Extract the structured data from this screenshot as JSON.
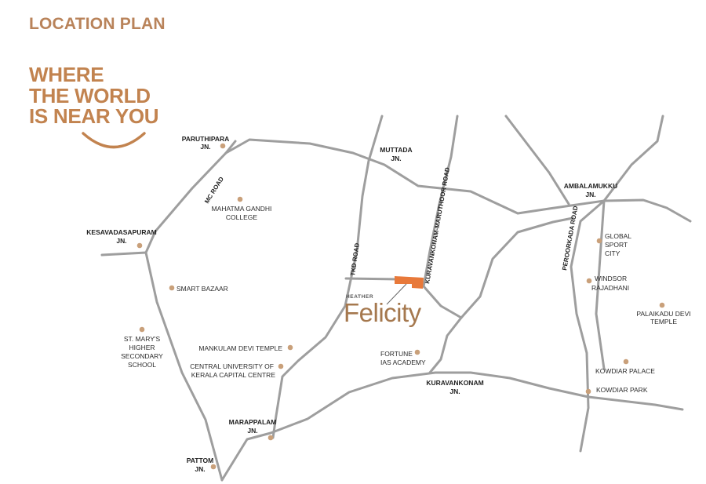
{
  "header": {
    "title": "LOCATION PLAN",
    "tagline": [
      "WHERE",
      "THE WORLD",
      "IS NEAR YOU"
    ]
  },
  "colors": {
    "accent": "#c2834f",
    "road": "#9e9e9e",
    "marker": "#c9a07a",
    "project": "#e8793a"
  },
  "project": {
    "prefix": "HEATHER",
    "name": "Felicity"
  },
  "junctions": [
    {
      "id": "paruthipara",
      "lines": [
        "PARUTHIPARA",
        "JN."
      ]
    },
    {
      "id": "muttada",
      "lines": [
        "MUTTADA",
        "JN."
      ]
    },
    {
      "id": "ambalamukku",
      "lines": [
        "AMBALAMUKKU",
        "JN."
      ]
    },
    {
      "id": "kesavadasapuram",
      "lines": [
        "KESAVADASAPURAM",
        "JN."
      ]
    },
    {
      "id": "kuravankonam",
      "lines": [
        "KURAVANKONAM",
        "JN."
      ]
    },
    {
      "id": "marappalam",
      "lines": [
        "MARAPPALAM",
        "JN."
      ]
    },
    {
      "id": "pattom",
      "lines": [
        "PATTOM",
        "JN."
      ]
    }
  ],
  "landmarks": [
    {
      "id": "mahatma-gandhi-college",
      "lines": [
        "MAHATMA GANDHI",
        "COLLEGE"
      ]
    },
    {
      "id": "smart-bazaar",
      "lines": [
        "SMART BAZAAR"
      ]
    },
    {
      "id": "st-marys-school",
      "lines": [
        "ST. MARY'S",
        "HIGHER",
        "SECONDARY",
        "SCHOOL"
      ]
    },
    {
      "id": "mankulam-devi-temple",
      "lines": [
        "MANKULAM DEVI TEMPLE"
      ]
    },
    {
      "id": "central-university",
      "lines": [
        "CENTRAL UNIVERSITY OF",
        "KERALA CAPITAL CENTRE"
      ]
    },
    {
      "id": "fortune-ias-academy",
      "lines": [
        "FORTUNE",
        "IAS ACADEMY"
      ]
    },
    {
      "id": "global-sport-city",
      "lines": [
        "GLOBAL",
        "SPORT",
        "CITY"
      ]
    },
    {
      "id": "windsor-rajadhani",
      "lines": [
        "WINDSOR",
        "RAJADHANI"
      ]
    },
    {
      "id": "palaikadu-devi-temple",
      "lines": [
        "PALAIKADU DEVI",
        "TEMPLE"
      ]
    },
    {
      "id": "kowdiar-palace",
      "lines": [
        "KOWDIAR PALACE"
      ]
    },
    {
      "id": "kowdiar-park",
      "lines": [
        "KOWDIAR PARK"
      ]
    }
  ],
  "roads": [
    {
      "id": "mc-road",
      "label": "MC ROAD"
    },
    {
      "id": "tkd-road",
      "label": "TKD ROAD"
    },
    {
      "id": "kuravankonam-maruthoor-road",
      "label": "KURAVANKONAM-MARUTHOOR ROAD"
    },
    {
      "id": "peroorkada-road",
      "label": "PEROORKADA ROAD"
    }
  ]
}
